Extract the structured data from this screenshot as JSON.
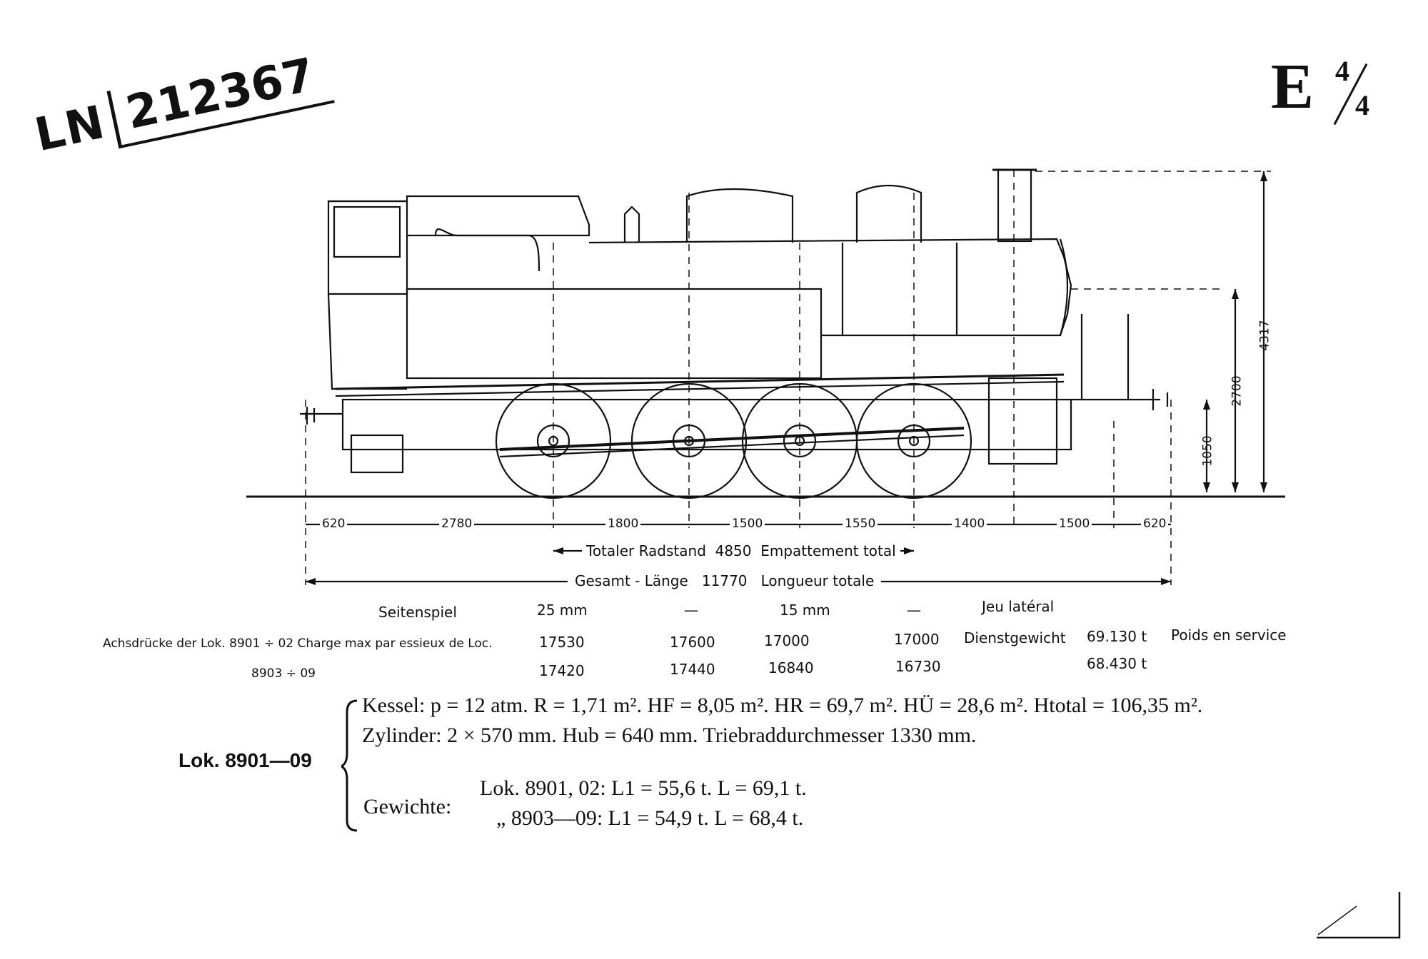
{
  "stamp": {
    "prefix": "LN",
    "number": "212367"
  },
  "class_mark": {
    "letter": "E",
    "numerator": "4",
    "denominator": "4"
  },
  "dimensions": {
    "heights": {
      "total": "4317",
      "boiler_axis": "2700",
      "buffer": "1050"
    },
    "segments": [
      "620",
      "2780",
      "1800",
      "1500",
      "1550",
      "1400",
      "1500",
      "620"
    ],
    "wheelbase": {
      "label_de": "Totaler Radstand",
      "value": "4850",
      "label_fr": "Empattement total"
    },
    "length": {
      "label_de": "Gesamt - Länge",
      "value": "11770",
      "label_fr": "Longueur totale"
    }
  },
  "table": {
    "seitenspiel": {
      "label_de": "Seitenspiel",
      "v1": "25 mm",
      "v2": "—",
      "v3": "15 mm",
      "v4": "—",
      "label_fr": "Jeu latéral"
    },
    "row1": {
      "label": "Achsdrücke der Lok. 8901 ÷ 02  Charge max par essieux de Loc.",
      "v1": "17530",
      "v2": "17600",
      "v3": "17000",
      "v4": "17000",
      "weight_label": "Dienstgewicht",
      "weight": "69.130 t",
      "weight_label_fr": "Poids en service"
    },
    "row2": {
      "label": "8903 ÷ 09",
      "v1": "17420",
      "v2": "17440",
      "v3": "16840",
      "v4": "16730",
      "weight": "68.430 t"
    }
  },
  "specs": {
    "lok_label": "Lok. 8901—09",
    "kessel": "Kessel: p = 12 atm.  R = 1,71 m². HF = 8,05 m². HR = 69,7 m². HÜ = 28,6 m². Htotal = 106,35 m².",
    "zylinder": "Zylinder: 2 × 570 mm. Hub = 640 mm.    Triebraddurchmesser 1330 mm.",
    "gewichte_label": "Gewichte:",
    "gewichte_line1": "Lok. 8901,  02: L1 = 55,6 t.   L = 69,1 t.",
    "gewichte_line2": "„   8903—09: L1 = 54,9 t.   L = 68,4 t."
  }
}
